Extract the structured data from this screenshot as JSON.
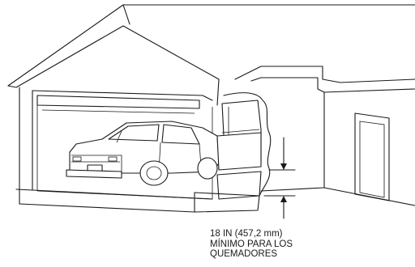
{
  "clearance_note": {
    "line1": "18 IN (457,2 mm)",
    "line2": "MÍNIMO PARA LOS",
    "line3": "QUEMADORES"
  }
}
